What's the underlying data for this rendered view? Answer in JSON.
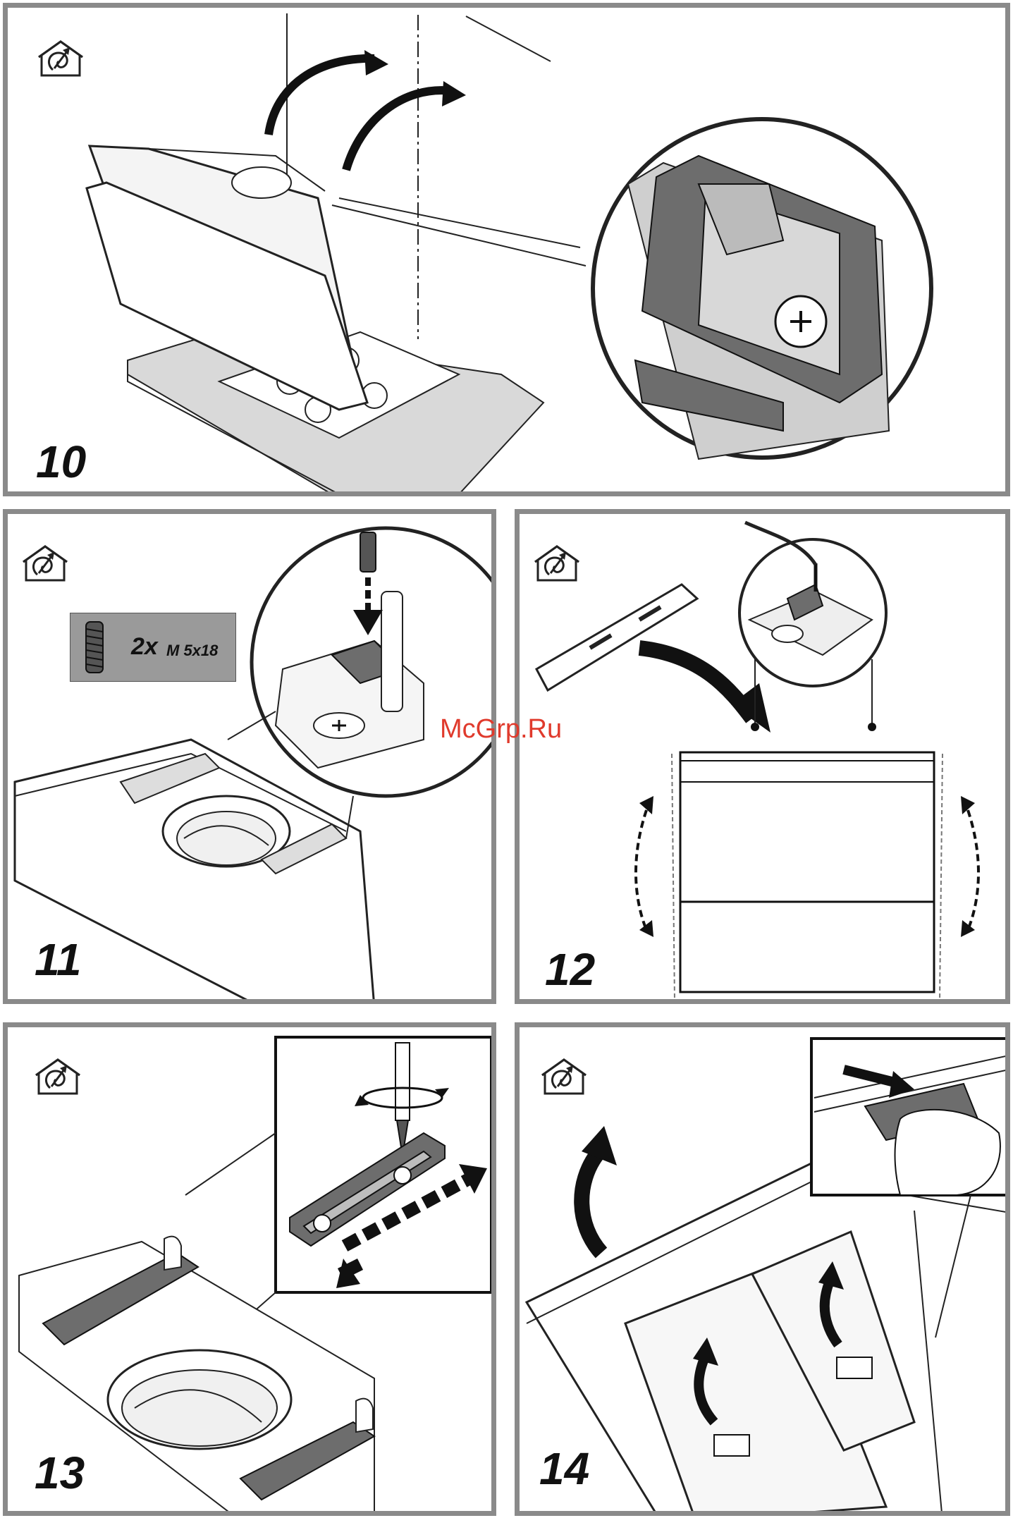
{
  "steps": [
    {
      "number": "10"
    },
    {
      "number": "11",
      "parts": {
        "quantity": "2x",
        "size": "M 5x18"
      }
    },
    {
      "number": "12"
    },
    {
      "number": "13"
    },
    {
      "number": "14"
    }
  ],
  "icons": [
    "ducted-exhaust-icon",
    "recirculation-icon"
  ],
  "watermark": "McGrp.Ru",
  "colors": {
    "frame": "#8a8a8a",
    "line": "#1a1a1a",
    "gray_fill": "#6d6d6d",
    "watermark": "#e03a2c"
  }
}
